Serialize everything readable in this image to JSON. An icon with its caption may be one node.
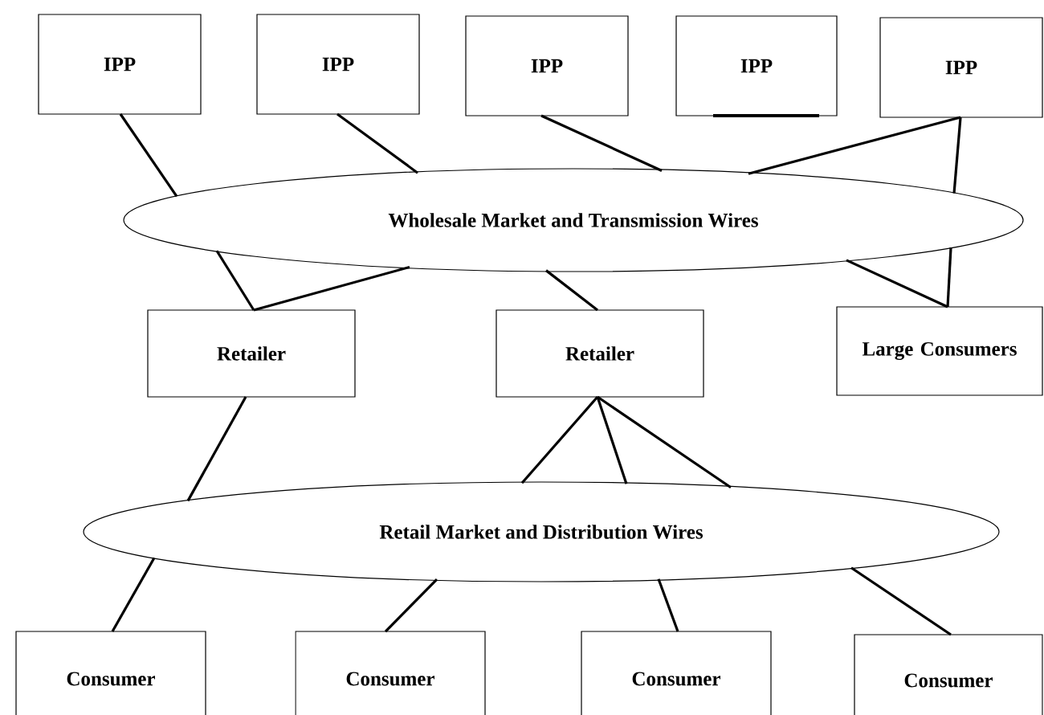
{
  "diagram": {
    "nodes": [
      {
        "text": [
          "IPP"
        ]
      },
      {
        "text": [
          "IPP"
        ]
      },
      {
        "text": [
          "IPP"
        ]
      },
      {
        "text": [
          "IPP"
        ]
      },
      {
        "text": [
          "IPP"
        ]
      },
      {
        "text": [
          "Wholesale Market and Transmission Wires"
        ]
      },
      {
        "text": [
          "Retailer"
        ]
      },
      {
        "text": [
          "Retailer"
        ]
      },
      {
        "text": [
          "Large Consumers"
        ]
      },
      {
        "text": [
          "Retail Market and Distribution Wires"
        ]
      },
      {
        "text": [
          "Consumer"
        ]
      },
      {
        "text": [
          "Consumer"
        ]
      },
      {
        "text": [
          "Consumer"
        ]
      },
      {
        "text": [
          "Consumer"
        ]
      }
    ],
    "edges": [
      {
        "from": 0,
        "to": 5,
        "arrow": "none"
      },
      {
        "from": 1,
        "to": 5,
        "arrow": "none"
      },
      {
        "from": 2,
        "to": 5,
        "arrow": "none"
      },
      {
        "from": 4,
        "to": 5,
        "arrow": "none"
      },
      {
        "from": 4,
        "to": 5,
        "arrow": "none"
      },
      {
        "from": 5,
        "to": 6,
        "arrow": "none"
      },
      {
        "from": 5,
        "to": 6,
        "arrow": "none"
      },
      {
        "from": 5,
        "to": 7,
        "arrow": "none"
      },
      {
        "from": 5,
        "to": 8,
        "arrow": "none"
      },
      {
        "from": 5,
        "to": 8,
        "arrow": "none"
      },
      {
        "from": 6,
        "to": 9,
        "arrow": "none"
      },
      {
        "from": 7,
        "to": 9,
        "arrow": "none"
      },
      {
        "from": 7,
        "to": 9,
        "arrow": "none"
      },
      {
        "from": 7,
        "to": 9,
        "arrow": "none"
      },
      {
        "from": 9,
        "to": 10,
        "arrow": "none"
      },
      {
        "from": 9,
        "to": 11,
        "arrow": "none"
      },
      {
        "from": 9,
        "to": 12,
        "arrow": "none"
      },
      {
        "from": 9,
        "to": 13,
        "arrow": "none"
      }
    ]
  }
}
